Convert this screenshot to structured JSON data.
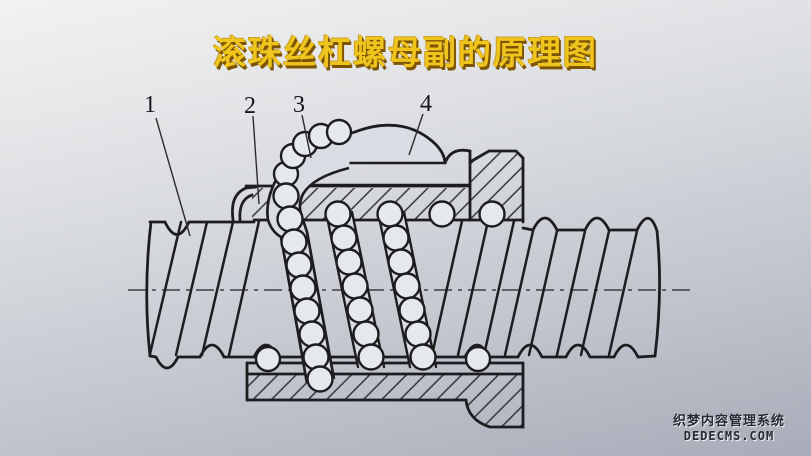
{
  "title": {
    "text": "滚珠丝杠螺母副的原理图"
  },
  "diagram": {
    "part_labels": [
      {
        "number": "1"
      },
      {
        "number": "2"
      },
      {
        "number": "3"
      },
      {
        "number": "4"
      }
    ]
  },
  "watermark": {
    "line1": "织梦内容管理系统",
    "line2": "DEDECMS.COM"
  },
  "colors": {
    "title_gold": "#eec41d",
    "title_shadow": "#7d5403",
    "ink": "#1d1d20",
    "background_top": "#f2f2f1",
    "background_bottom": "#a7acb8",
    "watermark_ink": "#262b33"
  }
}
